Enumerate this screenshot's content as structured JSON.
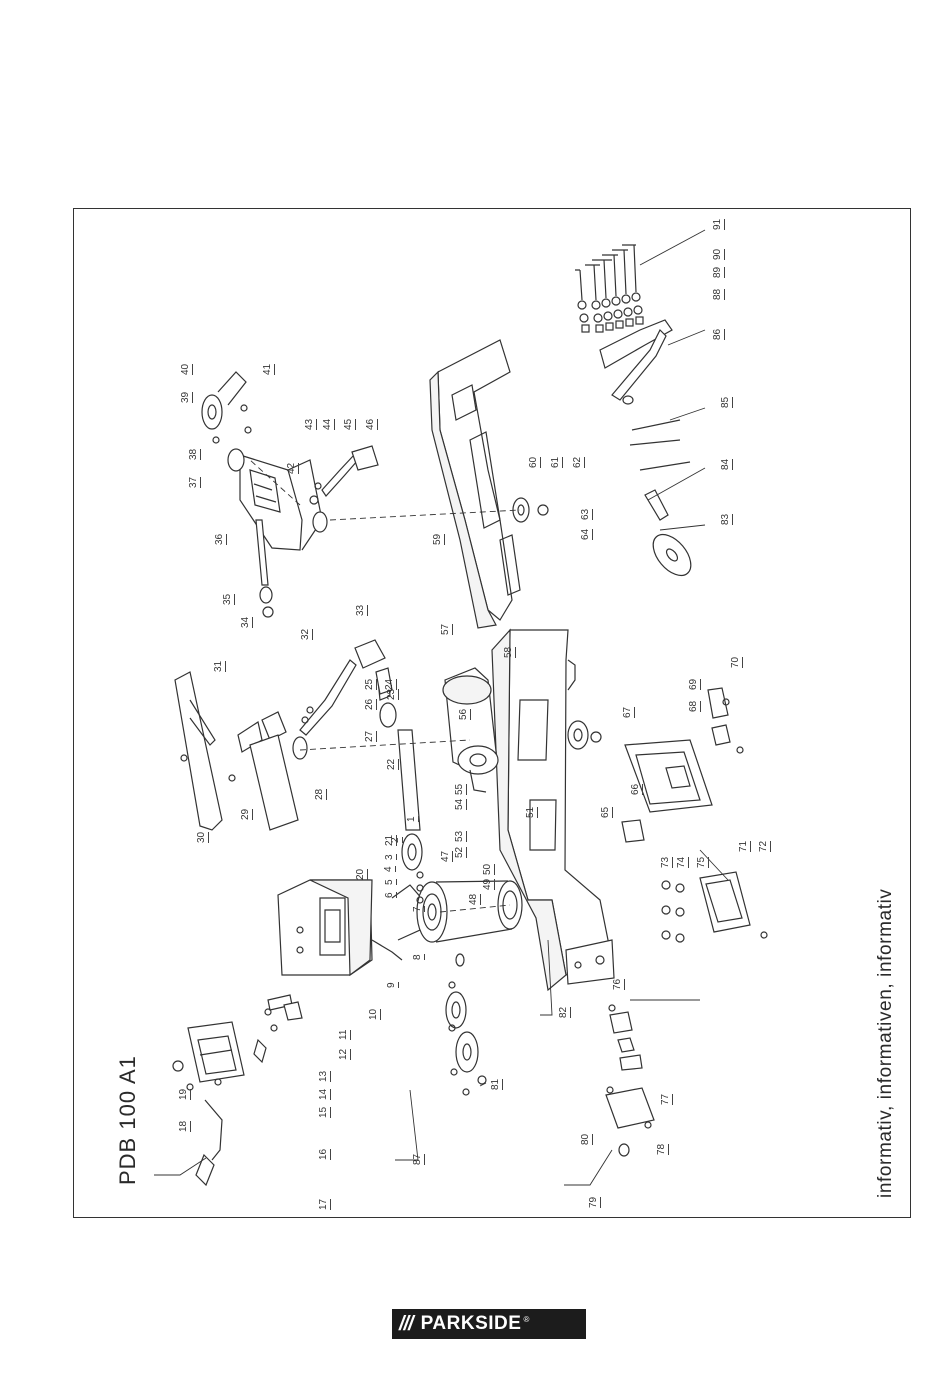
{
  "model": "PDB 100 A1",
  "info_text": "informativ, informativen, informativ",
  "brand": {
    "slashes": "///",
    "name": "PARKSIDE",
    "registered_mark": "®"
  },
  "callouts": [
    "1",
    "2",
    "3",
    "4",
    "5",
    "6",
    "7",
    "8",
    "9",
    "10",
    "11",
    "12",
    "13",
    "14",
    "15",
    "16",
    "17",
    "18",
    "19",
    "20",
    "21",
    "22",
    "23",
    "24",
    "25",
    "26",
    "27",
    "28",
    "29",
    "30",
    "31",
    "32",
    "33",
    "34",
    "35",
    "36",
    "37",
    "38",
    "39",
    "40",
    "41",
    "42",
    "43",
    "44",
    "45",
    "46",
    "47",
    "48",
    "49",
    "50",
    "51",
    "52",
    "53",
    "54",
    "55",
    "56",
    "57",
    "58",
    "59",
    "60",
    "61",
    "62",
    "63",
    "64",
    "65",
    "66",
    "67",
    "68",
    "69",
    "70",
    "71",
    "72",
    "73",
    "74",
    "75",
    "76",
    "77",
    "78",
    "79",
    "80",
    "81",
    "82",
    "83",
    "84",
    "85",
    "86",
    "87",
    "88",
    "89",
    "90",
    "91"
  ],
  "colors": {
    "line": "#333333",
    "frame": "#333333",
    "logo_bg": "#1c1c1c",
    "logo_text": "#ffffff"
  }
}
